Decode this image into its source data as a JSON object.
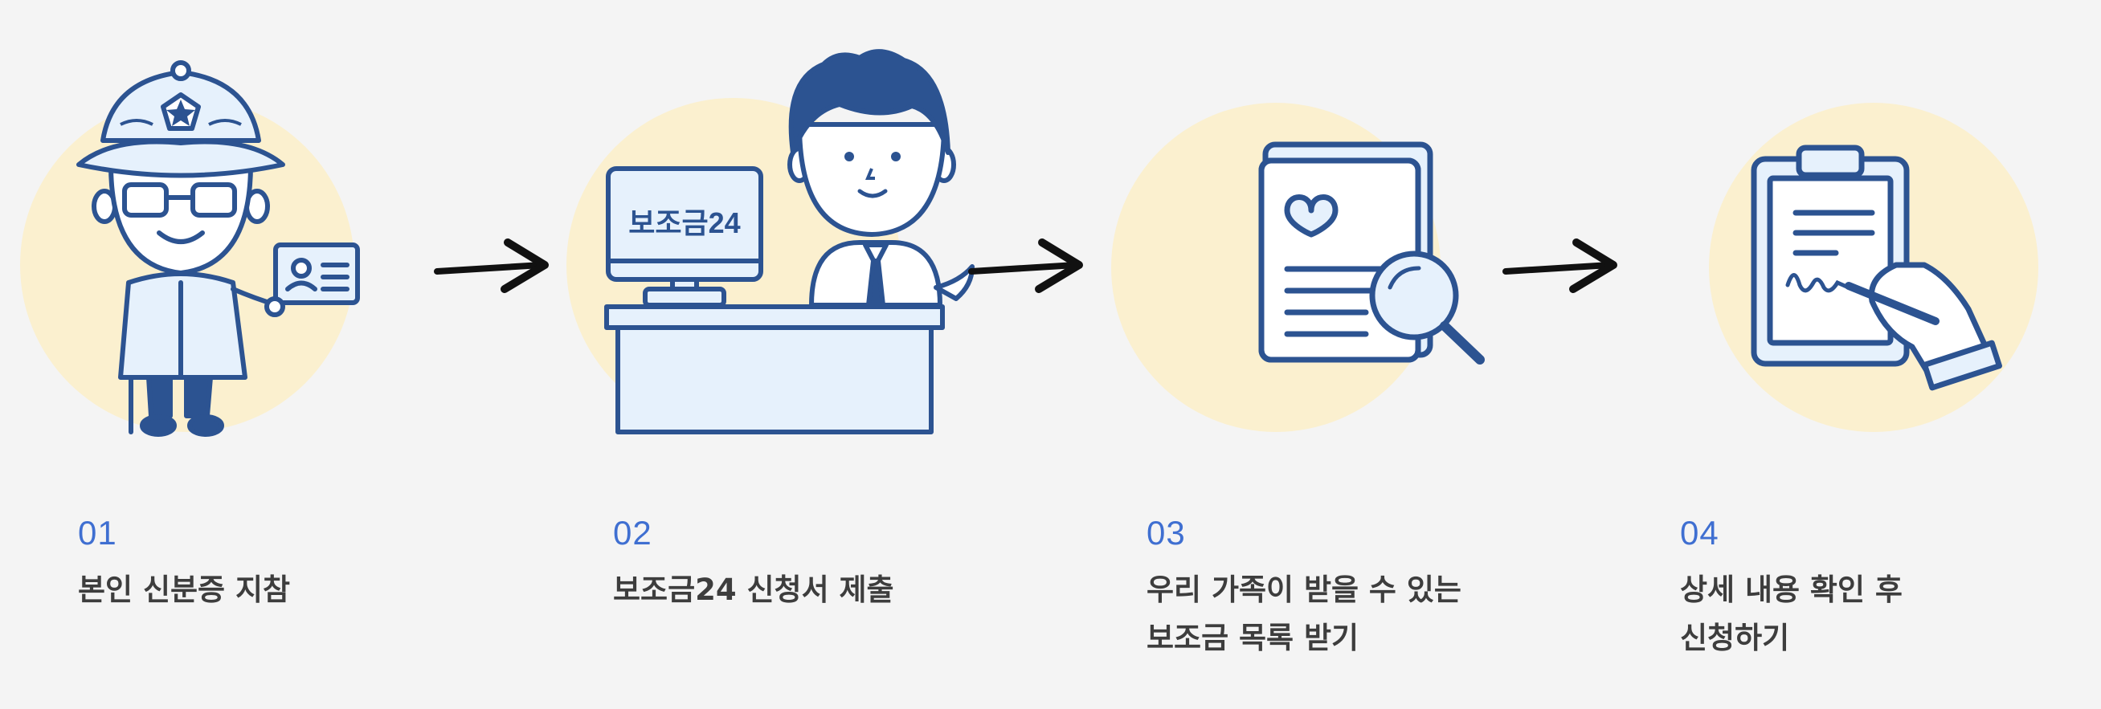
{
  "steps": [
    {
      "number": "01",
      "lines": [
        "본인 신분증 지참"
      ],
      "icon": "elderly-man-with-id-card-icon"
    },
    {
      "number": "02",
      "lines": [
        "보조금24 신청서 제출"
      ],
      "icon": "clerk-at-desk-with-monitor-icon",
      "monitor_text": "보조금24"
    },
    {
      "number": "03",
      "lines": [
        "우리 가족이 받을 수 있는",
        "보조금 목록 받기"
      ],
      "icon": "document-with-magnifier-icon"
    },
    {
      "number": "04",
      "lines": [
        "상세 내용 확인 후",
        "신청하기"
      ],
      "icon": "clipboard-signing-icon"
    }
  ],
  "colors": {
    "background": "#f4f4f4",
    "circle": "#fbf0cf",
    "line": "#2c5391",
    "fill_light": "#e6f1fc",
    "number": "#3f6fd1",
    "text": "#3d3d3d"
  }
}
